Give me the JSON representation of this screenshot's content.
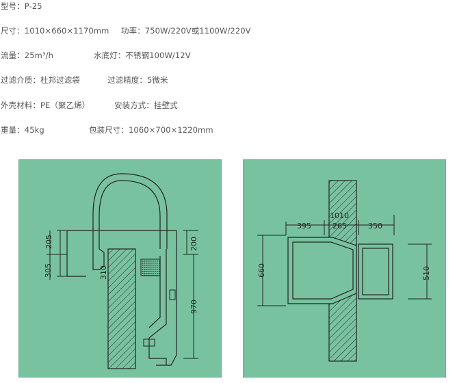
{
  "specs": {
    "model": "型号：P-25",
    "size": "尺寸：1010×660×1170mm",
    "power": "功率：750W/220V或1100W/220V",
    "flow": "流量：25m³/h",
    "lamp": "水底灯：不锈钢100W/12V",
    "medium": "过滤介质：杜邦过滤袋",
    "precision": "过滤精度：5微米",
    "shell": "外壳材料：PE（聚乙烯）",
    "install": "安装方式：挂壁式",
    "weight": "重量：45kg",
    "package": "包装尺寸：1060×700×1220mm"
  },
  "diagram_left": {
    "dim_205": "205",
    "dim_305": "305",
    "dim_310": "310",
    "dim_200": "200",
    "dim_970": "970"
  },
  "diagram_right": {
    "dim_1010": "1010",
    "dim_395": "395",
    "dim_265": "265",
    "dim_350": "350",
    "dim_660": "660",
    "dim_510": "510"
  },
  "colors": {
    "panel_bg": "#78c29f",
    "line": "#222222",
    "text": "#555555"
  }
}
